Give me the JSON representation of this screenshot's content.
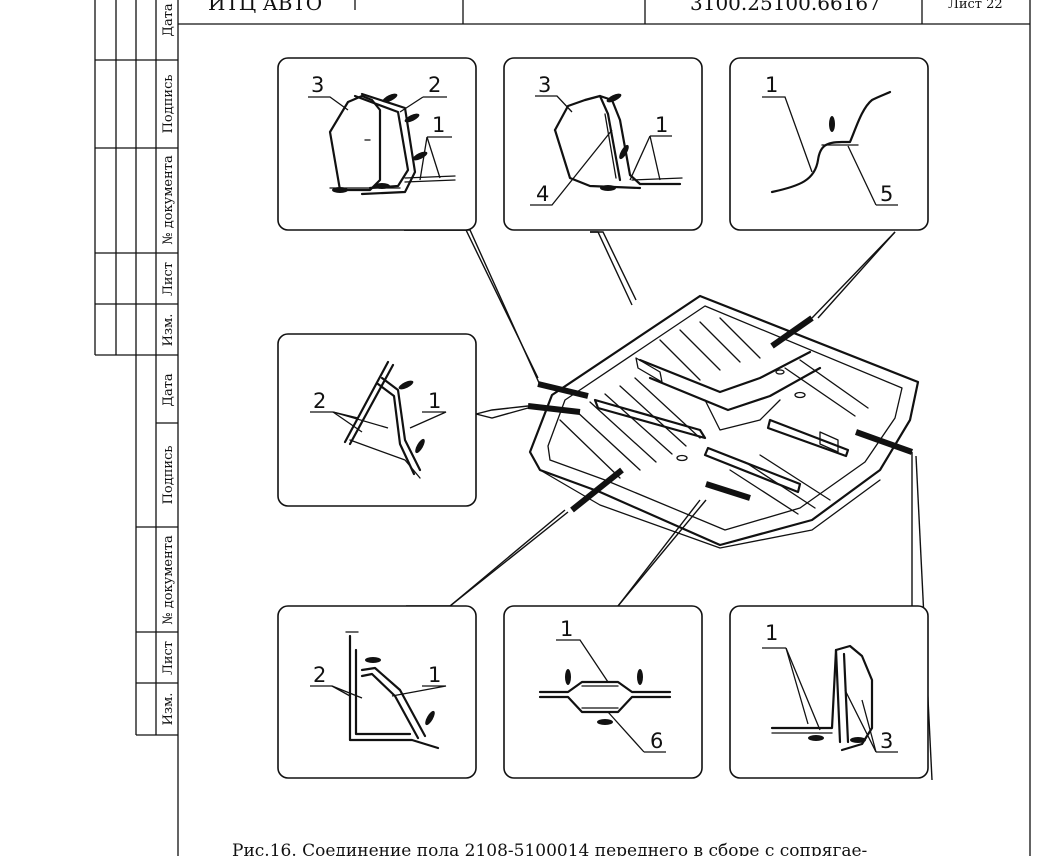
{
  "header": {
    "organization": "ИТЦ АВТО",
    "document_code": "3100.25100.66167",
    "sheet": "Лист 22"
  },
  "side_stamp": {
    "upper_block": [
      "Дата",
      "Подпись",
      "№ документа",
      "Лист",
      "Изм."
    ],
    "lower_block": [
      "Дата",
      "Подпись",
      "№ документа",
      "Лист",
      "Изм."
    ]
  },
  "figure": {
    "detail_panels": [
      {
        "callouts": [
          "3",
          "2",
          "1"
        ]
      },
      {
        "callouts": [
          "3",
          "1",
          "4"
        ]
      },
      {
        "callouts": [
          "1",
          "5"
        ]
      },
      {
        "callouts": [
          "2",
          "1"
        ]
      },
      {
        "callouts": [
          "2",
          "1"
        ]
      },
      {
        "callouts": [
          "1",
          "6"
        ]
      },
      {
        "callouts": [
          "1",
          "3"
        ]
      }
    ],
    "caption": "Рис.16. Соединение пола 2108-5100014 переднего в сборе с сопрягае-"
  }
}
